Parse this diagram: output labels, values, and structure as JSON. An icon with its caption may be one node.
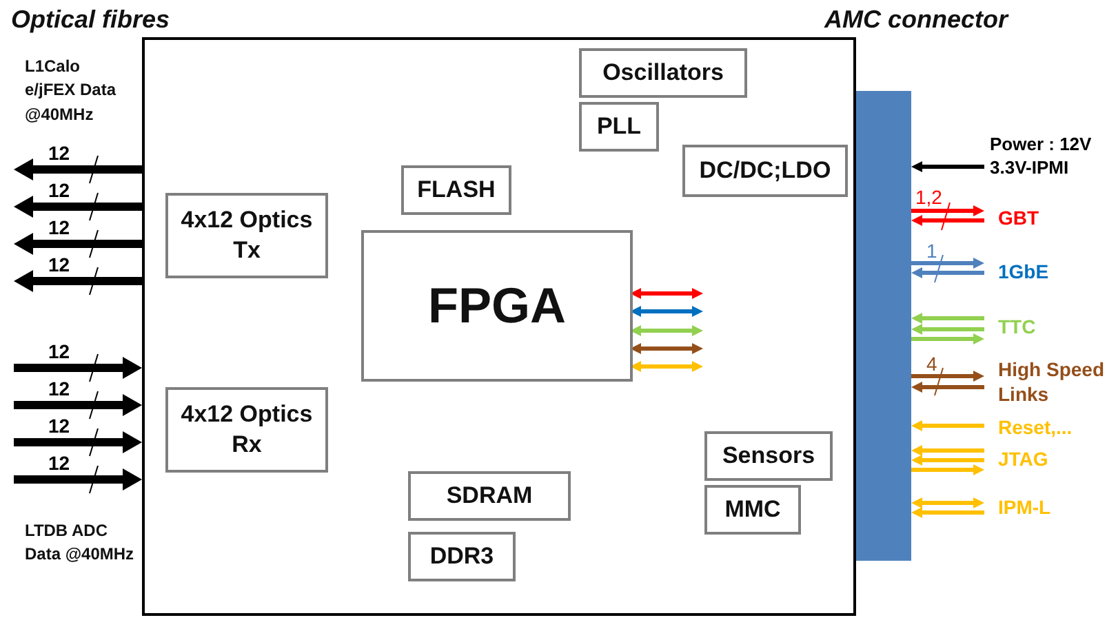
{
  "diagram": {
    "nodes": [
      {
        "text": [],
        "shape": "box"
      },
      {
        "text": [
          "Oscillators"
        ],
        "in": 0
      },
      {
        "text": [
          "PLL"
        ],
        "in": 0
      },
      {
        "text": [
          "FLASH"
        ],
        "in": 0
      },
      {
        "text": [
          "DC/DC;LDO"
        ],
        "in": 0
      },
      {
        "text": [
          "4x12 Optics Tx"
        ],
        "in": 0
      },
      {
        "text": [
          "FPGA"
        ],
        "in": 0
      },
      {
        "text": [
          "4x12 Optics Rx"
        ],
        "in": 0
      },
      {
        "text": [
          "Sensors"
        ],
        "in": 0
      },
      {
        "text": [
          "SDRAM"
        ],
        "in": 0
      },
      {
        "text": [
          "MMC"
        ],
        "in": 0
      },
      {
        "text": [
          "DDR3"
        ],
        "in": 0
      },
      {
        "text": [],
        "shape": "bar"
      },
      {
        "text": [
          "Power : 12V 3.3V-IPMI"
        ]
      },
      {
        "text": [
          "GBT"
        ]
      },
      {
        "text": [
          "1GbE"
        ]
      },
      {
        "text": [
          "TTC"
        ]
      },
      {
        "text": [
          "High Speed Links"
        ]
      },
      {
        "text": [
          "Reset,..."
        ]
      },
      {
        "text": [
          "JTAG"
        ]
      },
      {
        "text": [
          "IPM-L"
        ]
      }
    ],
    "edges": [
      {
        "from": 0,
        "to": null,
        "arrow": "to",
        "label": "12",
        "style": "thick"
      },
      {
        "from": 0,
        "to": null,
        "arrow": "to",
        "label": "12",
        "style": "thick"
      },
      {
        "from": 0,
        "to": null,
        "arrow": "to",
        "label": "12",
        "style": "thick"
      },
      {
        "from": 0,
        "to": null,
        "arrow": "to",
        "label": "12",
        "style": "thick"
      },
      {
        "from": null,
        "to": 0,
        "arrow": "to",
        "label": "12",
        "style": "thick"
      },
      {
        "from": null,
        "to": 0,
        "arrow": "to",
        "label": "12",
        "style": "thick"
      },
      {
        "from": null,
        "to": 0,
        "arrow": "to",
        "label": "12",
        "style": "thick"
      },
      {
        "from": null,
        "to": 0,
        "arrow": "to",
        "label": "12",
        "style": "thick"
      },
      {
        "from": 6,
        "to": null,
        "arrow": "both",
        "color": "#ff0000"
      },
      {
        "from": 6,
        "to": null,
        "arrow": "both",
        "color": "#0070c0"
      },
      {
        "from": 6,
        "to": null,
        "arrow": "both",
        "color": "#92d050"
      },
      {
        "from": 6,
        "to": null,
        "arrow": "both",
        "color": "#954f1a"
      },
      {
        "from": 6,
        "to": null,
        "arrow": "both",
        "color": "#ffc000"
      },
      {
        "from": 13,
        "to": 12,
        "arrow": "to"
      },
      {
        "from": 12,
        "to": 14,
        "arrow": "to",
        "label": "1,2",
        "color": "#ff0000"
      },
      {
        "from": 14,
        "to": 12,
        "arrow": "to",
        "color": "#ff0000"
      },
      {
        "from": 12,
        "to": 15,
        "arrow": "to",
        "label": "1",
        "color": "#4f81bd"
      },
      {
        "from": 15,
        "to": 12,
        "arrow": "to",
        "color": "#4f81bd"
      },
      {
        "from": 16,
        "to": 12,
        "arrow": "to",
        "color": "#92d050"
      },
      {
        "from": 16,
        "to": 12,
        "arrow": "to",
        "color": "#92d050"
      },
      {
        "from": 12,
        "to": 16,
        "arrow": "to",
        "color": "#92d050"
      },
      {
        "from": 12,
        "to": 17,
        "arrow": "to",
        "label": "4",
        "color": "#954f1a"
      },
      {
        "from": 17,
        "to": 12,
        "arrow": "to",
        "color": "#954f1a"
      },
      {
        "from": 18,
        "to": 12,
        "arrow": "to",
        "color": "#ffc000"
      },
      {
        "from": 19,
        "to": 12,
        "arrow": "to",
        "color": "#ffc000"
      },
      {
        "from": 19,
        "to": 12,
        "arrow": "to",
        "color": "#ffc000"
      },
      {
        "from": 12,
        "to": 19,
        "arrow": "to",
        "color": "#ffc000"
      },
      {
        "from": 20,
        "to": 12,
        "arrow": "both",
        "color": "#ffc000"
      },
      {
        "from": 20,
        "to": 12,
        "arrow": "to",
        "color": "#ffc000"
      }
    ],
    "labels": [
      "Optical fibres",
      "AMC connector",
      "L1Calo e/jFEX Data @40MHz",
      "LTDB ADC Data @40MHz"
    ]
  }
}
